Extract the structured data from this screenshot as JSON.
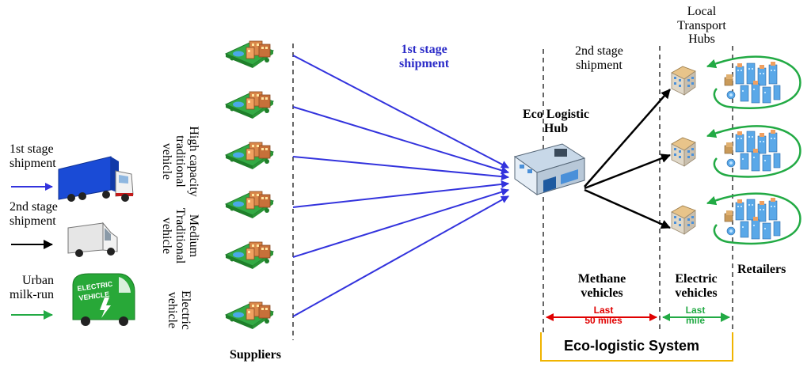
{
  "legend": {
    "stage1": "1st stage shipment",
    "stage1_l1": "1st stage",
    "stage1_l2": "shipment",
    "stage2_l1": "2nd stage",
    "stage2_l2": "shipment",
    "urban_l1": "Urban",
    "urban_l2": "milk-run",
    "truck_icon": "blue-truck-icon",
    "van_icon": "white-van-icon",
    "ev_icon": "electric-van-icon",
    "ev_text_1": "ELECTRIC",
    "ev_text_2": "VEHICLE"
  },
  "vehicle_types": {
    "high_l1": "High capacity",
    "high_l2": "traditional",
    "high_l3": "vehicle",
    "med_l1": "Medium",
    "med_l2": "Traditional",
    "med_l3": "vehicle",
    "elec_l1": "Electric",
    "elec_l2": "vehicle"
  },
  "labels": {
    "suppliers": "Suppliers",
    "first_stage_l1": "1st stage",
    "first_stage_l2": "shipment",
    "second_stage_l1": "2nd stage",
    "second_stage_l2": "shipment",
    "hub_l1": "Eco Logistic",
    "hub_l2": "Hub",
    "local_l1": "Local",
    "local_l2": "Transport",
    "local_l3": "Hubs",
    "retailers": "Retailers",
    "methane_l1": "Methane",
    "methane_l2": "vehicles",
    "electric_l1": "Electric",
    "electric_l2": "vehicles",
    "last50_l1": "Last",
    "last50_l2": "50 miles",
    "lastmile_l1": "Last",
    "lastmile_l2": "mile",
    "system": "Eco-logistic System"
  },
  "colors": {
    "blue": "#3333dd",
    "black": "#000000",
    "green": "#22aa44",
    "red": "#e00000",
    "stage_label": "#2b2bc8",
    "bracket": "#f0b400"
  },
  "icons": {
    "supplier": "supplier-factory-icon",
    "hub": "eco-logistic-hub-building-icon",
    "local": "local-transport-hub-building-icon",
    "retail": "retailer-city-cluster-icon"
  }
}
